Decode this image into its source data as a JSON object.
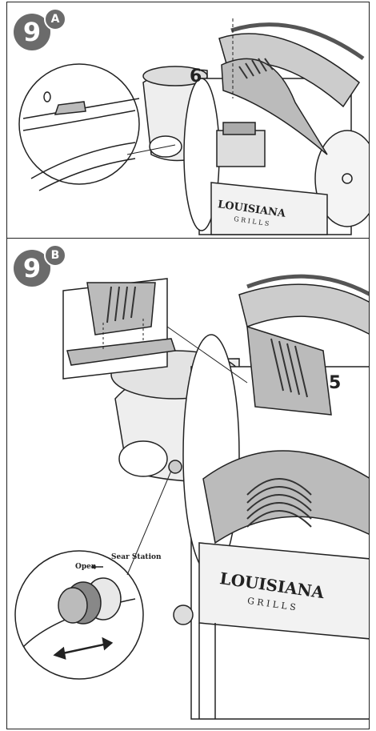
{
  "panel_a": {
    "step_number": "9",
    "sub_step": "A",
    "part_number": "6",
    "logo_text_top": "LOUISIANA",
    "logo_text_bottom": "G R I L L S"
  },
  "panel_b": {
    "step_number": "9",
    "sub_step": "B",
    "part_number": "5",
    "logo_text_top": "LOUISIANA",
    "logo_text_bottom": "G R I L L S",
    "knob_label_line1": "Sear Station",
    "knob_label_line2": "Open"
  }
}
